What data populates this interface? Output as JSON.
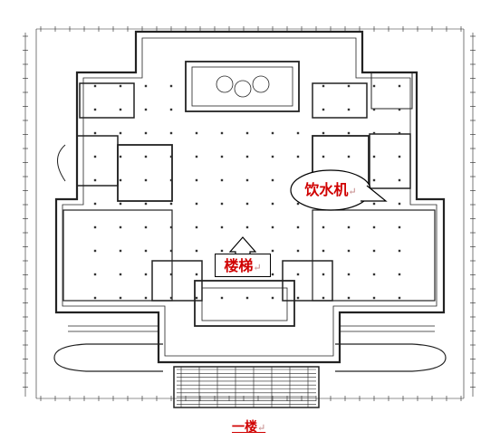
{
  "labels": {
    "stairs": "楼梯",
    "water_dispenser": "饮水机",
    "floor": "一楼",
    "return_mark": "↵"
  },
  "colors": {
    "line": "#222222",
    "label": "#d00000",
    "background": "#ffffff"
  }
}
